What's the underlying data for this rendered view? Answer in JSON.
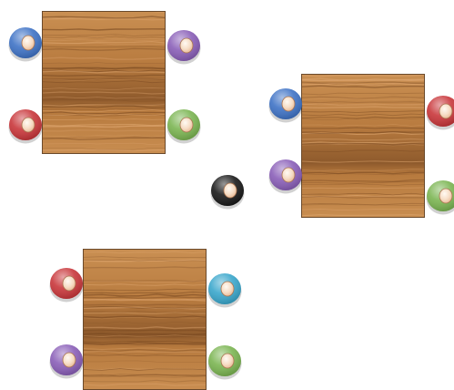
{
  "tables": [
    {
      "id": "table-1",
      "seats": [
        {
          "id": "t1-seat-top-left",
          "color": "#3f73c6"
        },
        {
          "id": "t1-seat-bottom-left",
          "color": "#c9373b"
        },
        {
          "id": "t1-seat-top-right",
          "color": "#8a5fb8"
        },
        {
          "id": "t1-seat-bottom-right",
          "color": "#7bb552"
        }
      ]
    },
    {
      "id": "table-2",
      "seats": [
        {
          "id": "t2-seat-top-left",
          "color": "#3f73c6"
        },
        {
          "id": "t2-seat-bottom-left",
          "color": "#8a5fb8"
        },
        {
          "id": "t2-seat-top-right",
          "color": "#c9373b"
        },
        {
          "id": "t2-seat-bottom-right",
          "color": "#7bb552"
        }
      ]
    },
    {
      "id": "table-3",
      "seats": [
        {
          "id": "t3-seat-top-left",
          "color": "#c9373b"
        },
        {
          "id": "t3-seat-bottom-left",
          "color": "#8a5fb8"
        },
        {
          "id": "t3-seat-top-right",
          "color": "#3aa7cc"
        },
        {
          "id": "t3-seat-bottom-right",
          "color": "#7bb552"
        }
      ]
    }
  ],
  "loose_seats": [
    {
      "id": "loose-seat-center",
      "color": "#1a1a1a"
    }
  ]
}
